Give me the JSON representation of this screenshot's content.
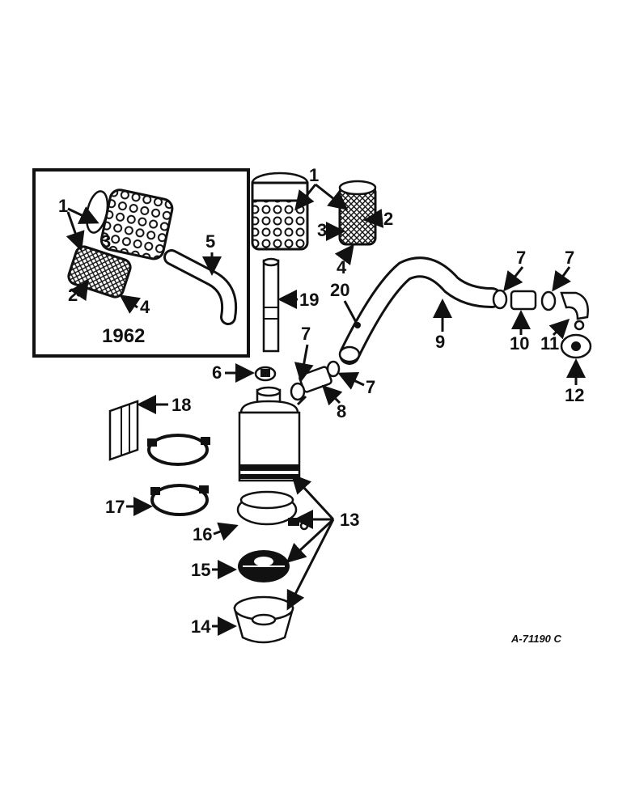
{
  "inset": {
    "year": "1962"
  },
  "labels": {
    "1a": "1",
    "2a": "2",
    "3a": "3",
    "4a": "4",
    "5": "5",
    "1b": "1",
    "2b": "2",
    "3b": "3",
    "4b": "4",
    "6": "6",
    "7a": "7",
    "7b": "7",
    "7c": "7",
    "7d": "7",
    "8": "8",
    "9": "9",
    "10": "10",
    "11": "11",
    "12": "12",
    "13": "13",
    "14": "14",
    "15": "15",
    "16": "16",
    "17": "17",
    "18": "18",
    "19": "19",
    "20": "20"
  },
  "ref_code": "A-71190 C"
}
